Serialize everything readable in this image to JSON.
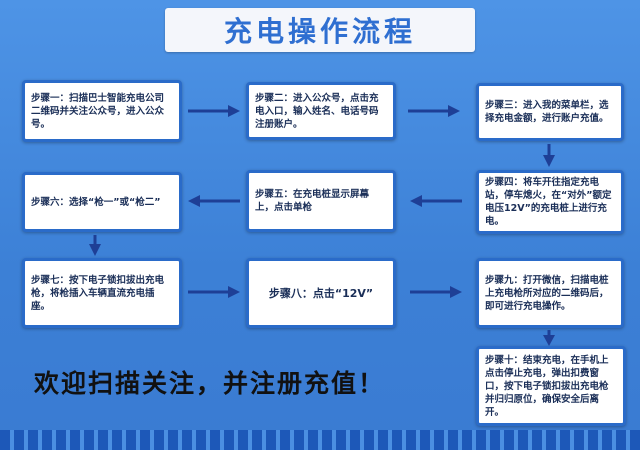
{
  "title": "充电操作流程",
  "steps": [
    {
      "text": "步骤一：扫描巴士智能充电公司二维码并关注公众号，进入公众号。"
    },
    {
      "text": "步骤二：进入公众号，点击充电入口，输入姓名、电话号码注册账户。"
    },
    {
      "text": "步骤三：进入我的菜单栏，选择充电金额，进行账户充值。"
    },
    {
      "text": "步骤四：将车开往指定充电站，停车熄火，在“对外”额定电压12V”的充电桩上进行充电。"
    },
    {
      "text": "步骤五：在充电桩显示屏幕上，点击单枪"
    },
    {
      "text": "步骤六：选择“枪一”或“枪二”"
    },
    {
      "text": "步骤七：按下电子锁扣拔出充电枪，将枪插入车辆直流充电插座。"
    },
    {
      "text": "步骤八：点击“12V”"
    },
    {
      "text": "步骤九：打开微信，扫描电桩上充电枪所对应的二维码后，即可进行充电操作。"
    },
    {
      "text": "步骤十：结束充电，在手机上点击停止充电，弹出扣费窗口，按下电子锁扣拔出充电枪并归归原位，确保安全后离开。"
    }
  ],
  "slogan": "欢迎扫描关注，并注册充值！",
  "colors": {
    "background": "#3d82d8",
    "box_border": "#2a6bc9",
    "arrow": "#1e3f96",
    "title_text": "#2f6fd1"
  }
}
